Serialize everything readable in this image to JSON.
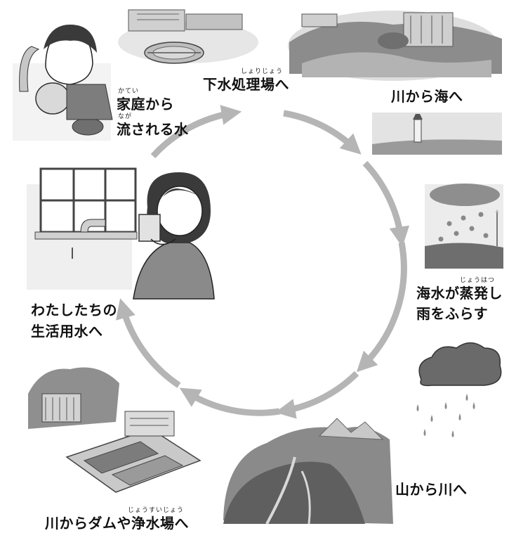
{
  "colors": {
    "arrow": "#b5b5b5",
    "scene_dark": "#7a7a7a",
    "scene_mid": "#a9a9a9",
    "scene_light": "#d6d6d6",
    "ink": "#222222"
  },
  "icons": [
    "faucet-icon",
    "sewage-plant-icon",
    "coast-icon",
    "lighthouse-icon",
    "evaporation-icon",
    "rain-cloud-icon",
    "mountain-river-icon",
    "dam-icon",
    "water-plant-icon",
    "window-faucet-icon",
    "girl-drinking-icon",
    "boy-washing-dishes-icon"
  ],
  "cycle": {
    "stages": [
      {
        "id": "sewage",
        "lines": [
          "下水処理場へ"
        ],
        "ruby": "しょりじょう"
      },
      {
        "id": "sea",
        "lines": [
          "川から海へ"
        ]
      },
      {
        "id": "evaporate",
        "lines": [
          "海水が蒸発し",
          "雨をふらす"
        ],
        "ruby": "じょうはつ"
      },
      {
        "id": "river",
        "lines": [
          "山から川へ"
        ]
      },
      {
        "id": "dam",
        "lines": [
          "川からダムや浄水場へ"
        ],
        "ruby": "じょうすいじょう"
      },
      {
        "id": "life",
        "lines": [
          "わたしたちの",
          "生活用水へ"
        ]
      },
      {
        "id": "home",
        "lines": [
          "家庭から",
          "流される水"
        ],
        "ruby": "かてい",
        "ruby2": "なが"
      }
    ]
  }
}
